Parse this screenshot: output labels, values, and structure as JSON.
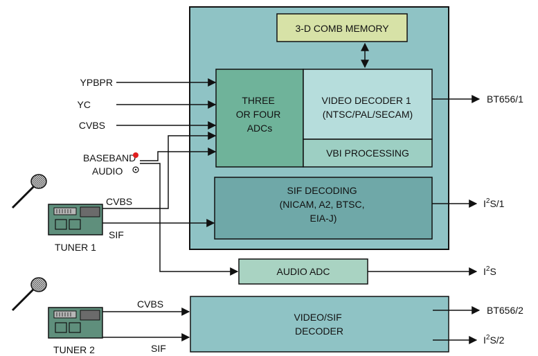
{
  "inputs": {
    "ypbpr": "YPBPR",
    "yc": "YC",
    "cvbs": "CVBS",
    "baseband": "BASEBAND",
    "audio": "AUDIO"
  },
  "blocks": {
    "comb_memory": "3-D COMB MEMORY",
    "adcs": [
      "THREE",
      "OR FOUR",
      "ADCs"
    ],
    "video_decoder": [
      "VIDEO DECODER 1",
      "(NTSC/PAL/SECAM)"
    ],
    "vbi": "VBI PROCESSING",
    "sif_decoding": [
      "SIF DECODING",
      "(NICAM, A2, BTSC,",
      "EIA-J)"
    ],
    "audio_adc": "AUDIO ADC",
    "video_sif_decoder": [
      "VIDEO/SIF",
      "DECODER"
    ]
  },
  "tuner1": {
    "label": "TUNER 1",
    "cvbs": "CVBS",
    "sif": "SIF"
  },
  "tuner2": {
    "label": "TUNER 2",
    "cvbs": "CVBS",
    "sif": "SIF"
  },
  "outputs": {
    "bt656_1": "BT656/1",
    "i2s_1": {
      "base": "I",
      "sup": "2",
      "rest": "S/1"
    },
    "i2s": {
      "base": "I",
      "sup": "2",
      "rest": "S"
    },
    "bt656_2": "BT656/2",
    "i2s_2": {
      "base": "I",
      "sup": "2",
      "rest": "S/2"
    }
  },
  "colors": {
    "chip_fill": "#8fc3c5",
    "comb_fill": "#d7e2a7",
    "adc_fill": "#6fb39a",
    "video_decoder_fill": "#b6dddc",
    "vbi_fill": "#9dcfc3",
    "sif_fill": "#6fa8a8",
    "audio_adc_fill": "#a9d3c2",
    "video_sif_fill": "#8fc3c5",
    "tuner_fill": "#5f8f7c",
    "tuner_display": "#6b6b6b",
    "indicator_red": "#e02020"
  }
}
